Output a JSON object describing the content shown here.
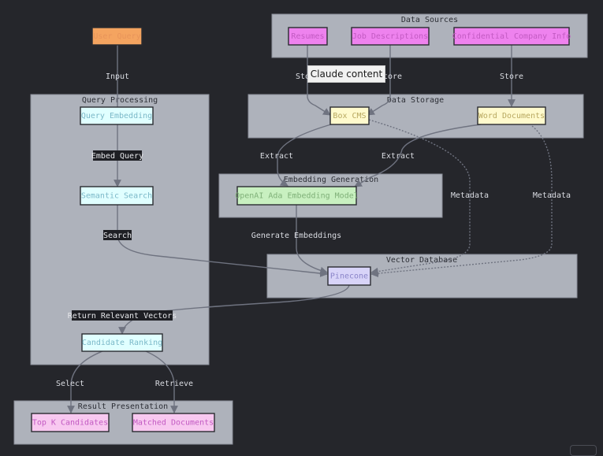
{
  "colors": {
    "background": "#25262b",
    "cluster_fill": "#aeb2bb",
    "orange": "#f4a460",
    "magenta": "#ee82ee",
    "cyan": "#e0ffff",
    "yellow": "#fffacd",
    "green": "#c8f0c0",
    "lavender": "#d8d4f8",
    "pink": "#f8c8f0",
    "edge": "#6f7380"
  },
  "clusters": {
    "data_sources": "Data Sources",
    "query_processing": "Query Processing",
    "data_storage": "Data Storage",
    "embedding_generation": "Embedding Generation",
    "vector_database": "Vector Database",
    "result_presentation": "Result Presentation"
  },
  "nodes": {
    "user_query": "User Query",
    "resumes": "Resumes",
    "job_descriptions": "Job Descriptions",
    "confidential_info": "Confidential Company Info",
    "query_embedding": "Query Embedding",
    "box_cms": "Box CMS",
    "word_documents": "Word Documents",
    "semantic_search": "Semantic Search",
    "ada_model": "OpenAI Ada Embedding Model",
    "pinecone": "Pinecone",
    "candidate_ranking": "Candidate Ranking",
    "top_k": "Top K Candidates",
    "matched_docs": "Matched Documents"
  },
  "edges": {
    "input": "Input",
    "store": "Store",
    "embed_query": "Embed Query",
    "extract": "Extract",
    "metadata": "Metadata",
    "search": "Search",
    "generate_embeddings": "Generate Embeddings",
    "return_vectors": "Return Relevant Vectors",
    "select": "Select",
    "retrieve": "Retrieve"
  },
  "overlay": "Claude content"
}
